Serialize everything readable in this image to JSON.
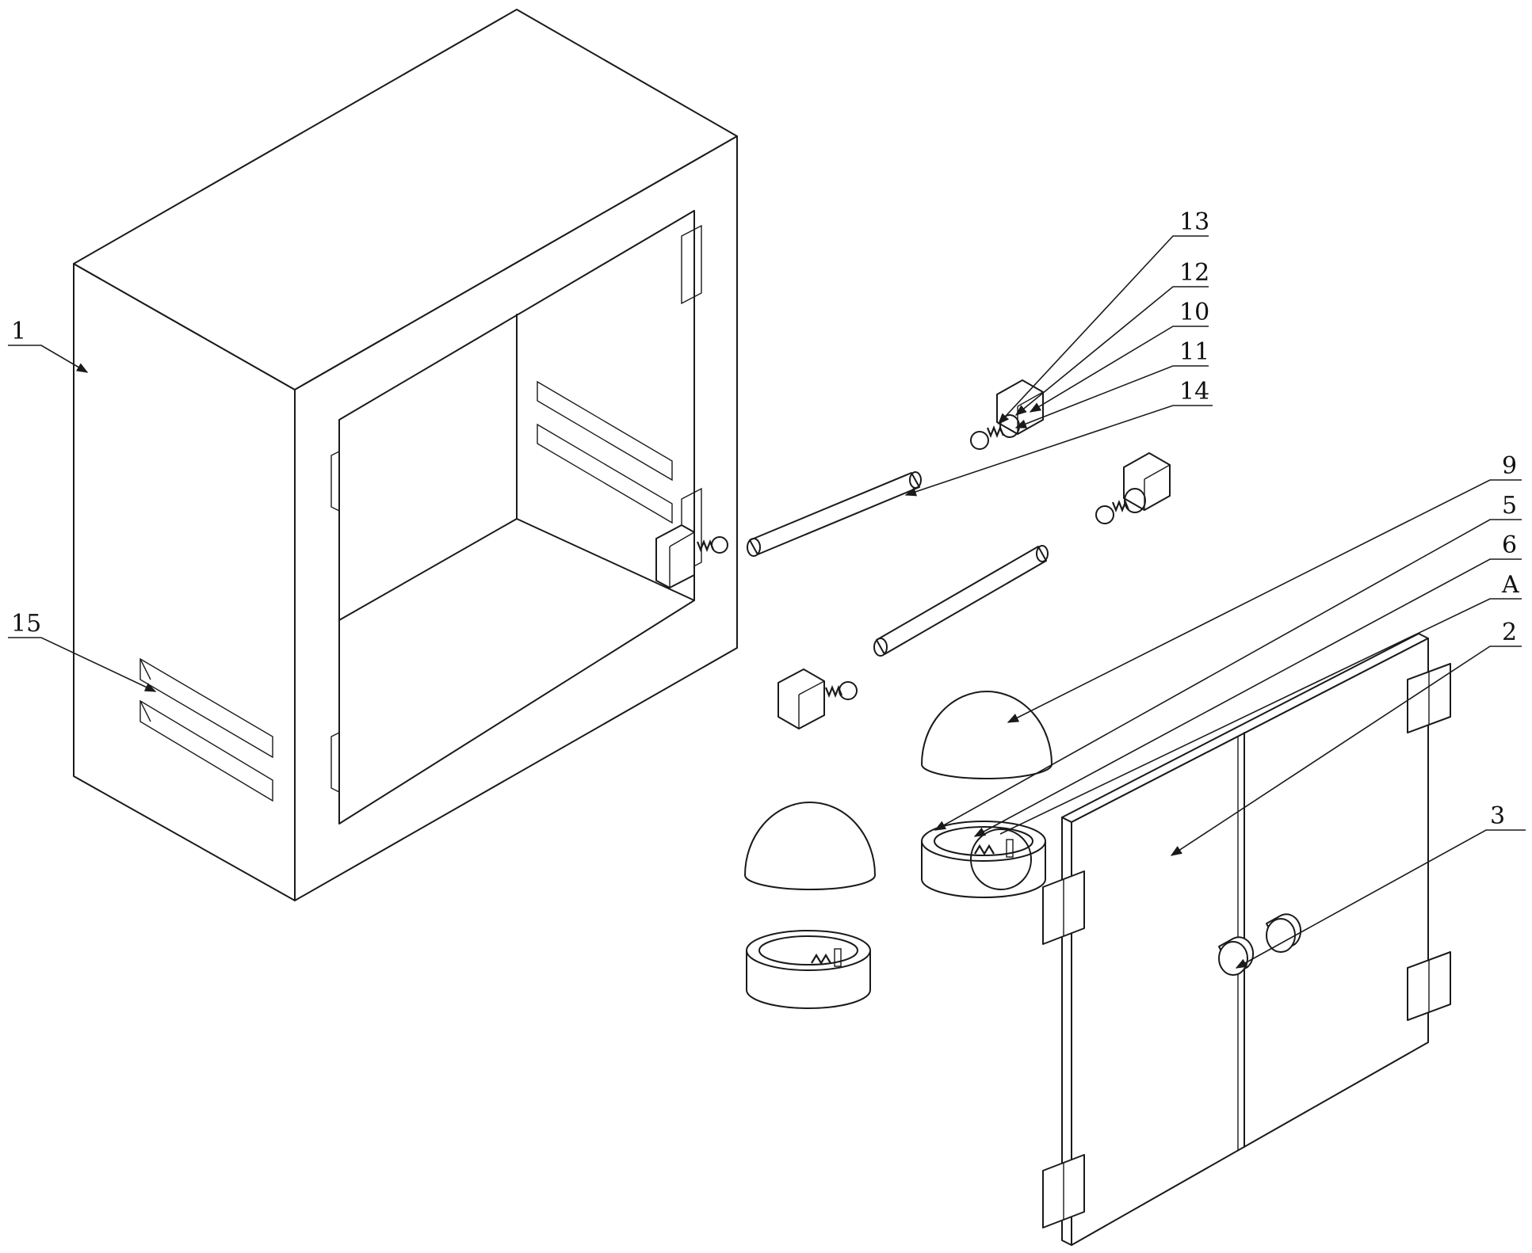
{
  "figure": {
    "callouts": [
      {
        "id": "c-1",
        "text": "1"
      },
      {
        "id": "c-15",
        "text": "15"
      },
      {
        "id": "c-13",
        "text": "13"
      },
      {
        "id": "c-12",
        "text": "12"
      },
      {
        "id": "c-10",
        "text": "10"
      },
      {
        "id": "c-11",
        "text": "11"
      },
      {
        "id": "c-14",
        "text": "14"
      },
      {
        "id": "c-9",
        "text": "9"
      },
      {
        "id": "c-5",
        "text": "5"
      },
      {
        "id": "c-6",
        "text": "6"
      },
      {
        "id": "c-A",
        "text": "A"
      },
      {
        "id": "c-2",
        "text": "2"
      },
      {
        "id": "c-3",
        "text": "3"
      }
    ]
  }
}
